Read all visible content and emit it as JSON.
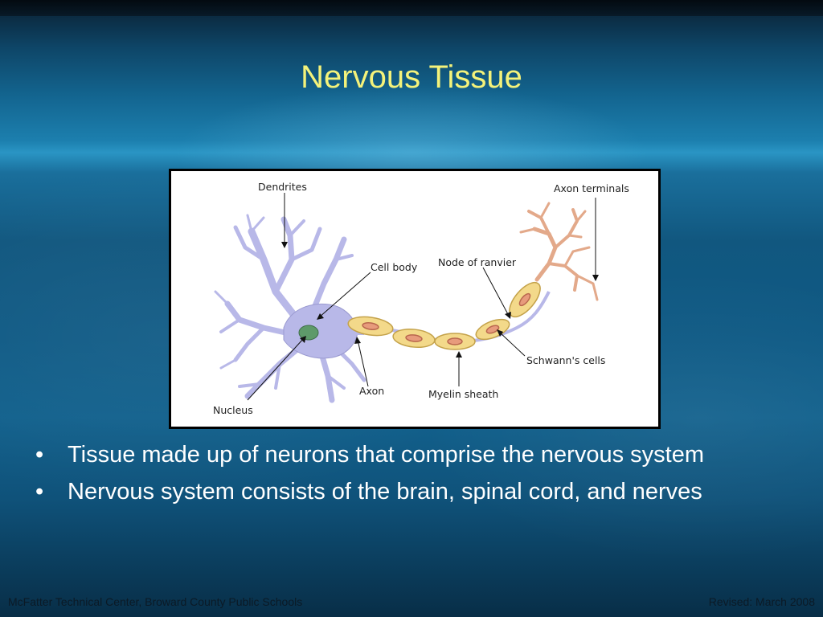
{
  "slide": {
    "title": "Nervous Tissue"
  },
  "figure": {
    "labels": {
      "dendrites": "Dendrites",
      "axon_terminals": "Axon terminals",
      "cell_body": "Cell body",
      "node_of_ranvier": "Node of ranvier",
      "schwanns_cells": "Schwann's cells",
      "axon": "Axon",
      "myelin_sheath": "Myelin sheath",
      "nucleus": "Nucleus"
    }
  },
  "bullets": [
    {
      "marker": "•",
      "text": "Tissue made up of neurons that comprise the nervous system"
    },
    {
      "marker": "•",
      "text": "Nervous system consists of the brain, spinal cord, and nerves"
    }
  ],
  "footer": {
    "left": "McFatter Technical Center, Broward County Public Schools",
    "right": "Revised:  March 2008"
  },
  "colors": {
    "title": "#f4f27a",
    "neuron_body": "#b8b8e8",
    "myelin": "#f3d98a",
    "schwann_nucleus": "#e79b7c",
    "nucleus": "#5e9a6a"
  }
}
